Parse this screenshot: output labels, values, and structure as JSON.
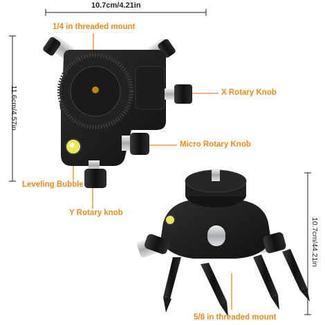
{
  "dimensions": {
    "width_top": "10.7cm/4.21in",
    "height_left": "11.6cm/4.57in",
    "height_right": "10.7cm/44.21in"
  },
  "labels": {
    "quarter_mount": "1/4 in threaded mount",
    "x_knob": "X Rotary Knob",
    "micro_knob": "Micro Rotary Knob",
    "leveling_bubble": "Leveling Bubble",
    "y_knob": "Y Rotary knob",
    "five_eighths_mount": "5/8 in threaded mount"
  },
  "colors": {
    "label_accent": "#f08a1c",
    "dimension_text": "#222222",
    "device_black": "#1b1b1b",
    "knob_silver": "#c9cbcd"
  }
}
